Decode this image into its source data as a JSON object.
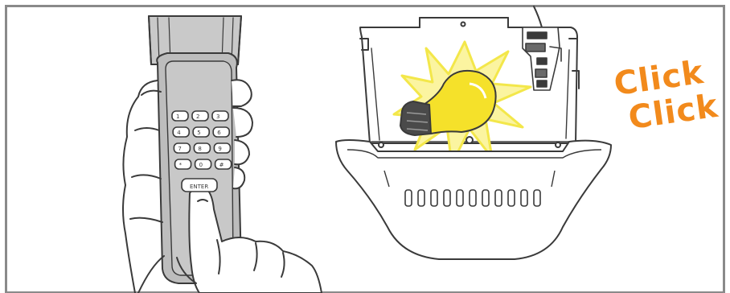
{
  "caption": {
    "line1": "Click",
    "line2": "Click"
  },
  "keypad": {
    "keys": [
      "1",
      "2",
      "3",
      "4",
      "5",
      "6",
      "7",
      "8",
      "9",
      "*",
      "0",
      "#"
    ],
    "enter_label": "ENTER"
  },
  "colors": {
    "frame": "#8a8a8a",
    "line": "#3a3a3a",
    "device_fill": "#bdbdbd",
    "bulb_glow": "#f3e74a",
    "bulb": "#f5e12a",
    "socket": "#4a4a4a",
    "accent": "#f28a1c"
  },
  "icons": {
    "left": "hand-pressing-keypad",
    "right": "garage-opener-light-bulb"
  }
}
